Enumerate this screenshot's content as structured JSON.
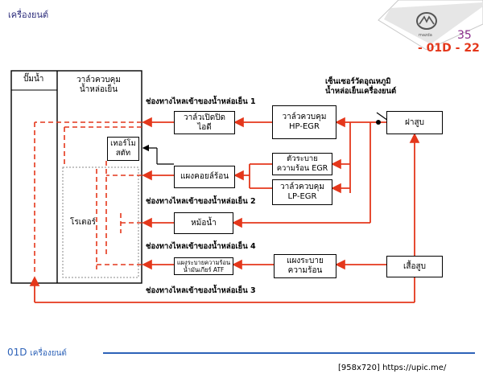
{
  "header": {
    "title": "เครื่องยนต์"
  },
  "page": {
    "number": "35",
    "code": "- 01D - 22"
  },
  "diagram": {
    "radiator": "ปั๊มน้ำ",
    "control_valve": "วาล์วควบคุม\nน้ำหล่อเย็น",
    "thermostat": "เทอร์โมสตัท",
    "rotor": "โรเตอร์",
    "throttle_valve": "วาล์วเปิดปิด\nไอดี",
    "hp_egr_valve": "วาล์วควบคุม\nHP-EGR",
    "heater_core": "แผงคอยล์ร้อน",
    "egr_cooler": "ตัวระบาย\nความร้อน EGR",
    "lp_egr_valve": "วาล์วควบคุม\nLP-EGR",
    "radiator_tank": "หม้อน้ำ",
    "atf_cooler": "แผงระบายความร้อน\nน้ำมันเกียร์ ATF",
    "oil_cooler": "แผงระบาย\nความร้อน",
    "cylinder_head": "ฝาสูบ",
    "cylinder_block": "เสื้อสูบ",
    "sensor_label": "เซ็นเซอร์วัดอุณหภูมิ\nน้ำหล่อเย็นเครื่องยนต์",
    "path1": "ช่องทางไหลเข้าของน้ำหล่อเย็น 1",
    "path2": "ช่องทางไหลเข้าของน้ำหล่อเย็น 2",
    "path4": "ช่องทางไหลเข้าของน้ำหล่อเย็น 4",
    "path3": "ช่องทางไหลเข้าของน้ำหล่อเย็น 3"
  },
  "footer": {
    "code": "01D",
    "label": "เครื่องยนต์",
    "watermark": "[958x720] https://upic.me/"
  },
  "colors": {
    "flow": "#e4371b",
    "accent": "#2d62b8",
    "page_num": "#8b2c8c"
  }
}
